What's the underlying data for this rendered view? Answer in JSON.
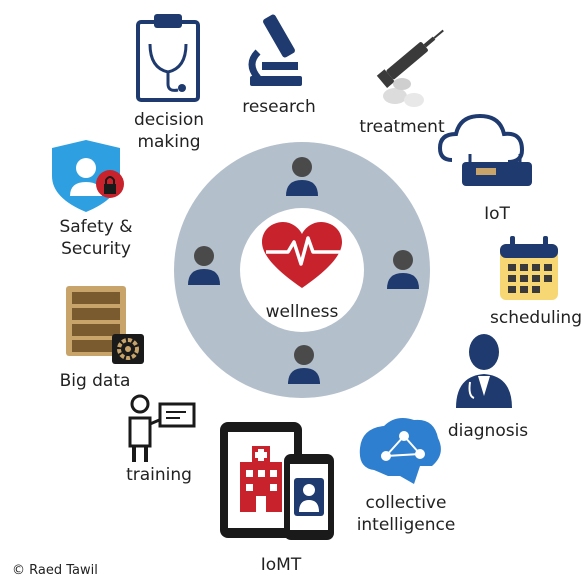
{
  "center": {
    "label": "wellness"
  },
  "topics": [
    {
      "id": "decision-making",
      "line1": "decision",
      "line2": "making",
      "icon": "clipboard-stethoscope-icon"
    },
    {
      "id": "research",
      "line1": "research",
      "icon": "microscope-icon"
    },
    {
      "id": "treatment",
      "line1": "treatment",
      "icon": "syringe-pills-icon"
    },
    {
      "id": "iot",
      "line1": "IoT",
      "icon": "cloud-router-icon"
    },
    {
      "id": "scheduling",
      "line1": "scheduling",
      "icon": "calendar-icon"
    },
    {
      "id": "diagnosis",
      "line1": "diagnosis",
      "icon": "doctor-icon"
    },
    {
      "id": "collective-intelligence",
      "line1": "collective",
      "line2": "intelligence",
      "icon": "brain-network-icon"
    },
    {
      "id": "iomt",
      "line1": "IoMT",
      "icon": "tablet-phone-hospital-icon"
    },
    {
      "id": "training",
      "line1": "training",
      "icon": "presenter-board-icon"
    },
    {
      "id": "big-data",
      "line1": "Big data",
      "icon": "server-rack-gear-icon"
    },
    {
      "id": "safety-security",
      "line1": "Safety &",
      "line2": "Security",
      "icon": "shield-user-lock-icon"
    }
  ],
  "copyright": "© Raed Tawil",
  "colors": {
    "ring": "#b4bfcc",
    "navy": "#1e3a6e",
    "avatar_head": "#4a4a4a",
    "heart": "#c8232c",
    "calendar": "#f7d774",
    "shield": "#2e9fe0",
    "gold": "#c9a46a"
  }
}
